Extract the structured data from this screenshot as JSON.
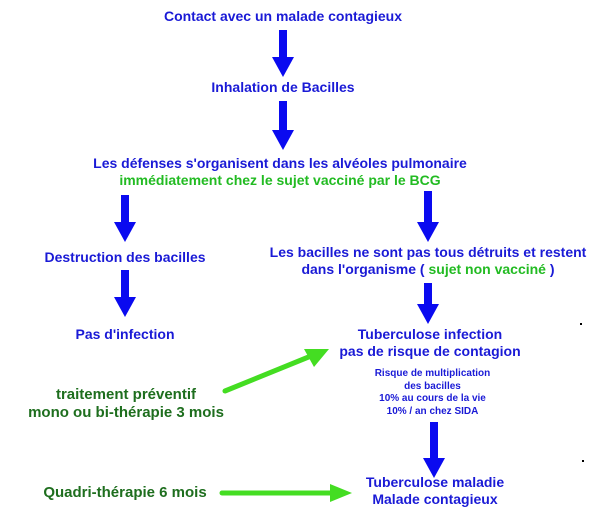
{
  "diagram": {
    "nodes": {
      "contact": "Contact avec un malade contagieux",
      "inhalation": "Inhalation de Bacilles",
      "defenses_line1": "Les défenses s'organisent dans les alvéoles pulmonaire",
      "defenses_line2": "immédiatement chez le sujet vacciné par le BCG",
      "destruction": "Destruction des bacilles",
      "not_destroyed_line1": "Les bacilles ne sont pas tous détruits et restent",
      "not_destroyed_line2_a": "dans l'organisme (",
      "not_destroyed_line2_b": "sujet non vacciné",
      "not_destroyed_line2_c": ")",
      "no_infection": "Pas d'infection",
      "tb_infection_line1": "Tuberculose infection",
      "tb_infection_line2": "pas de risque de contagion",
      "risk_line1": "Risque de multiplication",
      "risk_line2": "des bacilles",
      "risk_line3": "10% au cours de la vie",
      "risk_line4": "10% / an chez SIDA",
      "preventive_line1": "traitement préventif",
      "preventive_line2": "mono ou bi-thérapie 3 mois",
      "quadri": "Quadri-thérapie 6 mois",
      "tb_disease_line1": "Tuberculose maladie",
      "tb_disease_line2": "Malade contagieux"
    },
    "colors": {
      "text_blue": "#1a1ad6",
      "arrow_blue": "#0a0af0",
      "highlight_green": "#22bb22",
      "treatment_green": "#1e6e1e",
      "arrow_green": "#44dd22"
    }
  }
}
